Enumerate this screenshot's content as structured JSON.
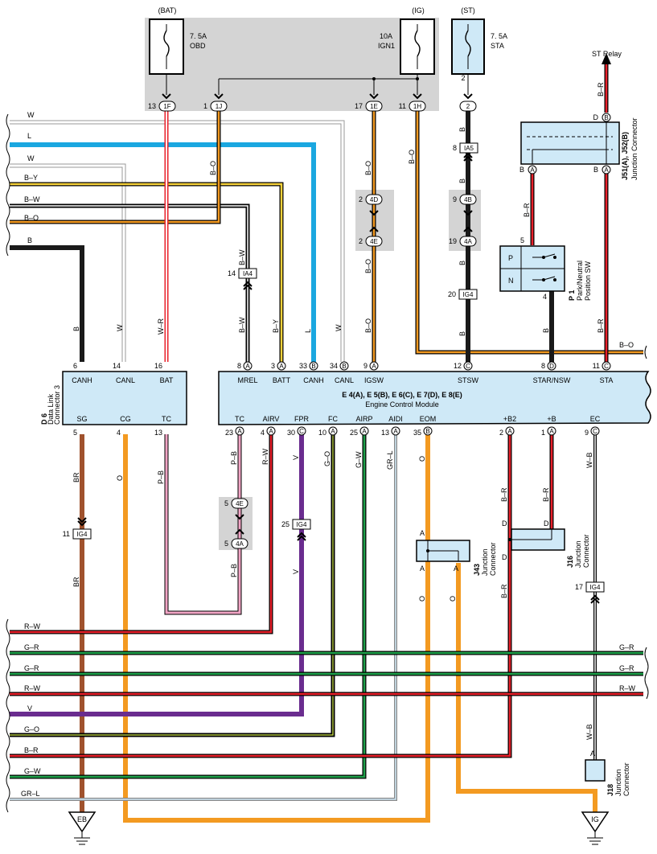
{
  "fuses": {
    "bat": {
      "group": "(BAT)",
      "rating": "7. 5A",
      "name": "OBD"
    },
    "ig": {
      "group": "(IG)",
      "rating": "10A",
      "name": "IGN1"
    },
    "st": {
      "group": "(ST)",
      "rating": "7. 5A",
      "name": "STA"
    }
  },
  "st_relay": "ST Relay",
  "junction_j51": {
    "code": "J51(A), J52(B)",
    "name": "Junction Connector"
  },
  "switch_p1": {
    "code": "P 1",
    "name1": "Park/Neutral",
    "name2": "Position SW",
    "p": "P",
    "n": "N"
  },
  "dlc": {
    "code": "D 6",
    "name1": "Data Link",
    "name2": "Connector 3"
  },
  "ecm": {
    "code": "E 4(A), E 5(B), E 6(C), E 7(D), E 8(E)",
    "name": "Engine Control Module"
  },
  "j43": {
    "code": "J43",
    "name1": "Junction",
    "name2": "Connector"
  },
  "j16": {
    "code": "J16",
    "name1": "Junction",
    "name2": "Connector"
  },
  "j18": {
    "code": "J18",
    "name1": "Junction",
    "name2": "Connector"
  },
  "grounds": {
    "eb": "EB",
    "ig": "IG"
  },
  "labels": {
    "num_13": "13",
    "num_1": "1",
    "num_17": "17",
    "num_11": "11",
    "num_2": "2",
    "num_5": "5",
    "num_4": "4",
    "num_6": "6",
    "num_14": "14",
    "num_16": "16",
    "num_8": "8",
    "num_3": "3",
    "num_33": "33",
    "num_34": "34",
    "num_9": "9",
    "num_12": "12",
    "num_20": "20",
    "num_19": "19",
    "num_23": "23",
    "num_30": "30",
    "num_10": "10",
    "num_25": "25",
    "num_35": "35",
    "c_1F": "1F",
    "c_1J": "1J",
    "c_1E": "1E",
    "c_1H": "1H",
    "c_2": "2",
    "c_IA5": "IA5",
    "c_4B": "4B",
    "c_4A": "4A",
    "c_IG4": "IG4",
    "c_4D": "4D",
    "c_4E": "4E",
    "c_IA4": "IA4",
    "A": "A",
    "B": "B",
    "C": "C",
    "D": "D",
    "w_W": "W",
    "w_L": "L",
    "w_BY": "B–Y",
    "w_BW": "B–W",
    "w_BO": "B–O",
    "w_B": "B",
    "w_WR": "W–R",
    "w_BR": "B–R",
    "w_RW": "R–W",
    "w_GR": "G–R",
    "w_V": "V",
    "w_GO": "G–O",
    "w_GW": "G–W",
    "w_GRL": "GR–L",
    "w_BRn": "BR",
    "w_O": "O",
    "w_PB": "P–B",
    "w_WB": "W–B",
    "p_CANH": "CANH",
    "p_CANL": "CANL",
    "p_BAT": "BAT",
    "p_SG": "SG",
    "p_CG": "CG",
    "p_TC": "TC",
    "p_MREL": "MREL",
    "p_BATT": "BATT",
    "p_IGSW": "IGSW",
    "p_STSW": "STSW",
    "p_STARNSW": "STAR/NSW",
    "p_STA": "STA",
    "p_AIRV": "AIRV",
    "p_FPR": "FPR",
    "p_FC": "FC",
    "p_AIRP": "AIRP",
    "p_AIDI": "AIDI",
    "p_EOM": "EOM",
    "p_B2": "+B2",
    "p_Bp": "+B",
    "p_EC": "EC"
  },
  "colors": {
    "red": "#e8202a",
    "green": "#1ea04a",
    "blue": "#1aa7e0",
    "yellow": "#f6d23a",
    "orange": "#f39a21",
    "brown": "#a0522d",
    "violet": "#6a2c8f",
    "pink": "#f0a4c4",
    "black": "#1a1a1a",
    "gray": "#d3d3d3",
    "lightblue": "#cfe9f7",
    "comp": "#cfe9f7"
  }
}
